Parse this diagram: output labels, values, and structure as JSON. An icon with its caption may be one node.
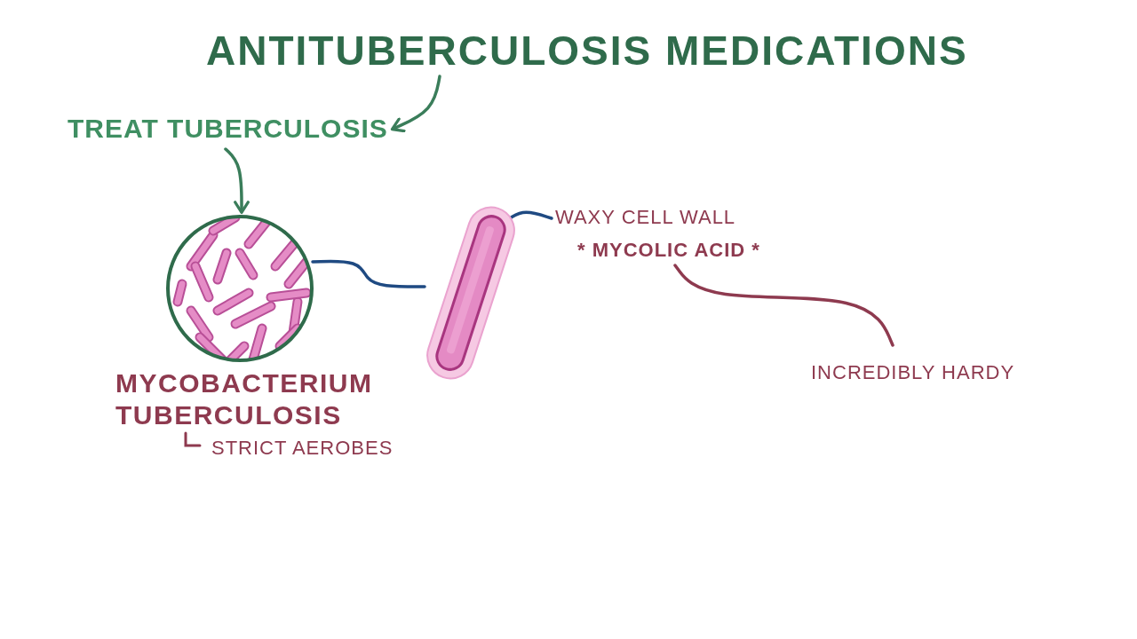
{
  "diagram": {
    "nodes": [
      {
        "text": [
          "ANTITUBERCULOSIS MEDICATIONS"
        ]
      },
      {
        "text": [
          "TREAT TUBERCULOSIS"
        ]
      },
      {
        "text": [
          "MYCOBACTERIUM TUBERCULOSIS"
        ],
        "beside": [
          "STRICT AEROBES"
        ]
      },
      {
        "text": [],
        "shape": "picture"
      },
      {
        "text": [
          "WAXY CELL WALL"
        ]
      },
      {
        "text": [
          "* MYCOLIC ACID *"
        ]
      },
      {
        "text": [
          "INCREDIBLY HARDY"
        ]
      }
    ],
    "edges": [
      {
        "from": 0,
        "to": 1,
        "arrow": "to"
      },
      {
        "from": 1,
        "to": 2,
        "arrow": "to"
      },
      {
        "from": 2,
        "to": 3,
        "arrow": "none",
        "color": "#1f4a82"
      },
      {
        "from": 4,
        "to": 3,
        "arrow": "none",
        "color": "#1f4a82"
      },
      {
        "from": 5,
        "to": 6,
        "arrow": "none",
        "color": "#8e3a4f"
      }
    ]
  }
}
